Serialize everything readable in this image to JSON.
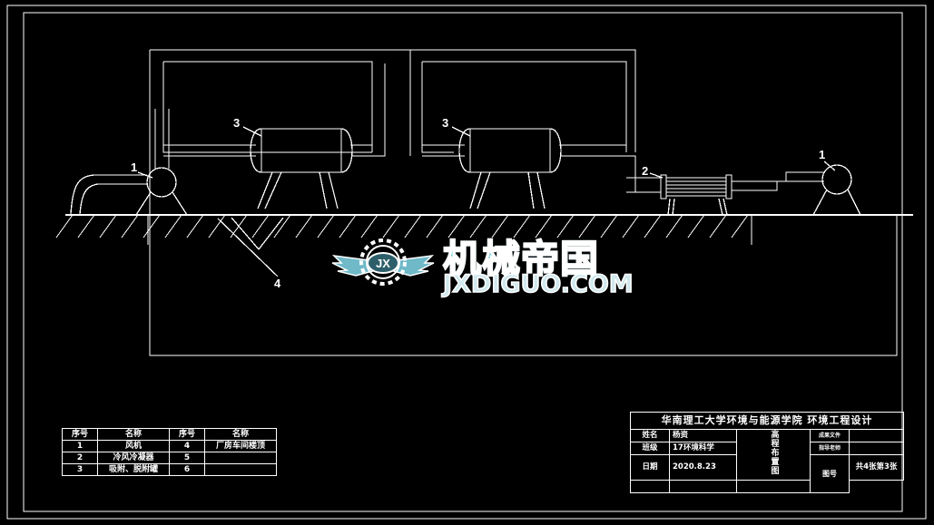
{
  "sheet": {
    "background": "#000000",
    "line_color": "#ffffff"
  },
  "diagram": {
    "callouts": [
      {
        "id": "callout-1-left",
        "label": "1"
      },
      {
        "id": "callout-3-left",
        "label": "3"
      },
      {
        "id": "callout-3-right",
        "label": "3"
      },
      {
        "id": "callout-2",
        "label": "2"
      },
      {
        "id": "callout-1-right",
        "label": "1"
      },
      {
        "id": "callout-4",
        "label": "4"
      }
    ]
  },
  "watermark": {
    "chinese": "机械帝国",
    "english": "JXDIGUO.COM",
    "emblem": "gear-wings-logo",
    "emblem_text": "JX",
    "color": "#7fd3e0"
  },
  "parts_list": {
    "headers": [
      "序号",
      "名称",
      "序号",
      "名称"
    ],
    "rows": [
      [
        "1",
        "风机",
        "4",
        "厂房车间楼顶"
      ],
      [
        "2",
        "冷风冷凝器",
        "5",
        ""
      ],
      [
        "3",
        "吸附、脱附罐",
        "6",
        ""
      ]
    ]
  },
  "title_block": {
    "title": "华南理工大学环境与能源学院  环境工程设计",
    "fields": [
      {
        "key": "姓名",
        "value": "杨资"
      },
      {
        "key": "班级",
        "value": "17环境科学"
      },
      {
        "key": "日期",
        "value": "2020.8.23"
      }
    ],
    "drawing_title": "高程布置图",
    "small_fields": [
      {
        "key": "成果文件",
        "value": ""
      },
      {
        "key": "指导老师",
        "value": ""
      }
    ],
    "drawing_no_label": "图号",
    "sheet_count": "共4张第3张"
  }
}
